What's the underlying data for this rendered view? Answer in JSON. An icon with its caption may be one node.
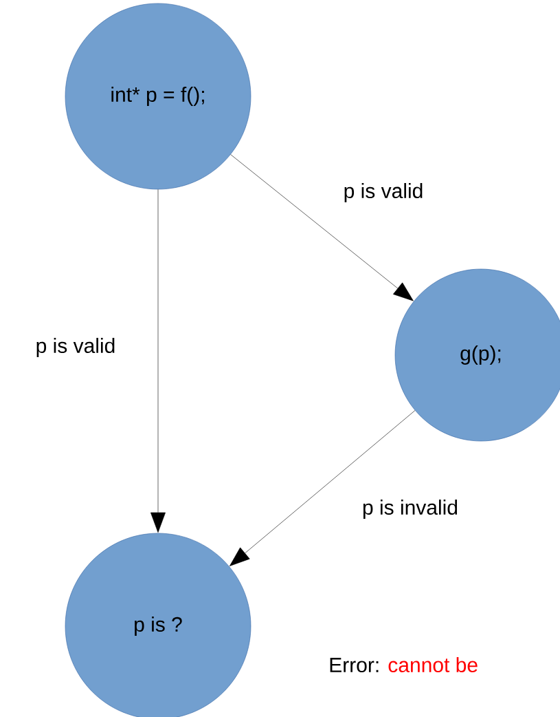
{
  "diagram": {
    "nodes": [
      {
        "text": [
          "int* p = f();"
        ]
      },
      {
        "text": [
          "g(p);"
        ]
      },
      {
        "text": [
          "p is ?"
        ]
      }
    ],
    "edges": [
      {
        "from": 0,
        "to": 2,
        "arrow": "to",
        "label": "p is valid"
      },
      {
        "from": 0,
        "to": 1,
        "arrow": "to",
        "label": "p is valid"
      },
      {
        "from": 1,
        "to": 2,
        "arrow": "to",
        "label": "p is invalid"
      }
    ],
    "labels": [
      "Error:",
      "cannot be"
    ]
  }
}
